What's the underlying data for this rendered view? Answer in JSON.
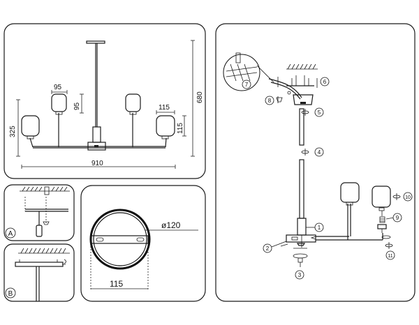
{
  "overview": {
    "dim_width": "910",
    "dim_height": "680",
    "dim_side_height": "325",
    "dim_shade_width_left": "95",
    "dim_shade_height_left": "95",
    "dim_shade_width_right": "115",
    "dim_shade_height_right": "115"
  },
  "detail_a": {
    "label": "A"
  },
  "detail_b": {
    "label": "B"
  },
  "canopy": {
    "dim_diameter": "ø120",
    "dim_plate": "115"
  },
  "assembly": {
    "callouts": [
      "1",
      "2",
      "3",
      "4",
      "5",
      "6",
      "7",
      "8",
      "9",
      "10",
      "11"
    ]
  }
}
